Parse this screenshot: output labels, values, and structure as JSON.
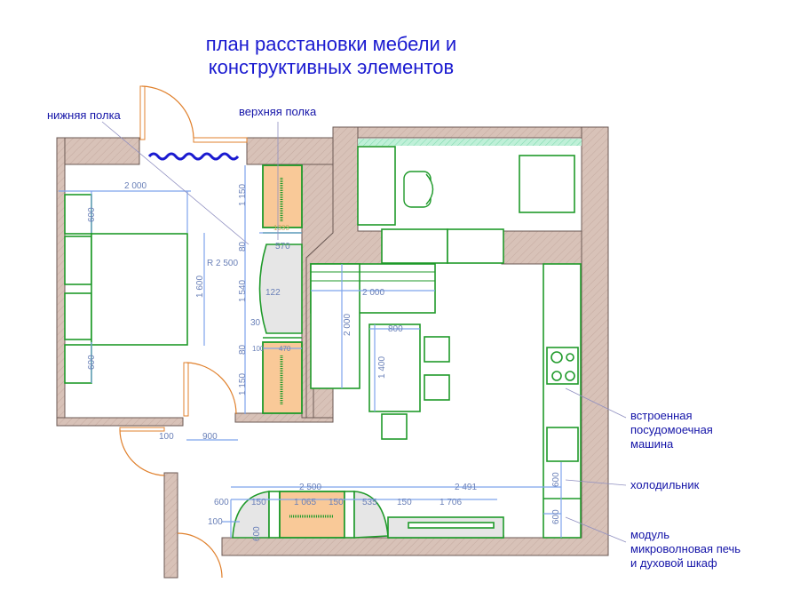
{
  "title": {
    "line1": "план расстановки мебели и",
    "line2": "конструктивных элементов"
  },
  "annotations": {
    "lower_shelf": "нижняя полка",
    "upper_shelf": "верхняя полка",
    "dishwasher": [
      "встроенная",
      "посудомоечная",
      "машина"
    ],
    "fridge": "холодильник",
    "module": [
      "модуль",
      "микроволновая печь",
      "и духовой шкаф"
    ]
  },
  "dimensions": {
    "bed_length": "2 000",
    "nightstand_top": "600",
    "bed_width": "1 600",
    "nightstand_bottom": "600",
    "radius": "R 2 500",
    "wardrobe_top": "1 150",
    "gap_top": "80",
    "middle": "1 540",
    "gap_bottom": "80",
    "wardrobe_bottom": "1 150",
    "depth_570": "570",
    "depth_122": "122",
    "depth_30": "30",
    "depth_100": "100",
    "depth_470": "470",
    "shelf_1333": "1333",
    "door_offset": "100",
    "door_width": "900",
    "sofa_length": "2 000",
    "sofa_side": "2 000",
    "table_width": "800",
    "table_length": "1 400",
    "bottom_2500": "2 500",
    "bottom_2491": "2 491",
    "b600": "600",
    "b150a": "150",
    "b1065": "1 065",
    "b150b": "150",
    "b535": "535",
    "b150c": "150",
    "b1706": "1 706",
    "b100": "100",
    "b600v": "600",
    "fridge_600": "600",
    "module_600": "600"
  },
  "colors": {
    "furniture": "#1f9a2a",
    "dimension": "#7ea4ec",
    "wall": "#d8c2b8",
    "door": "#e0802c",
    "text": "#1a1ad0",
    "wardrobe": "#f9c998"
  }
}
